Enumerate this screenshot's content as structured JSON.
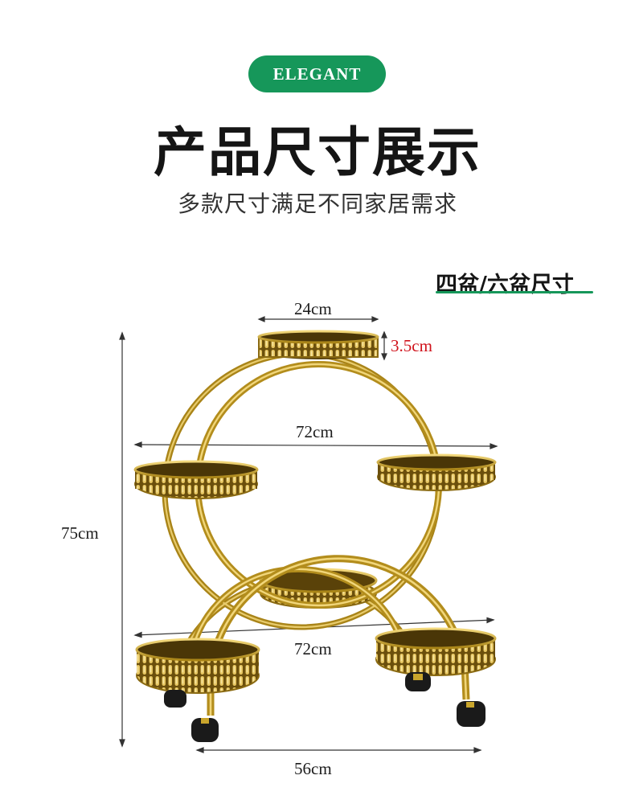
{
  "badge": {
    "label": "ELEGANT"
  },
  "header": {
    "title": "产品尺寸展示",
    "subtitle": "多款尺寸满足不同家居需求"
  },
  "variant": {
    "label": "四盆/六盆尺寸"
  },
  "dimensions": {
    "top_tray_width": "24cm",
    "tray_height": "3.5cm",
    "upper_width": "72cm",
    "lower_width": "72cm",
    "total_height": "75cm",
    "base_width": "56cm"
  },
  "colors": {
    "accent": "#16975a",
    "gold": "#c9a52c",
    "highlight_red": "#d0121b"
  }
}
